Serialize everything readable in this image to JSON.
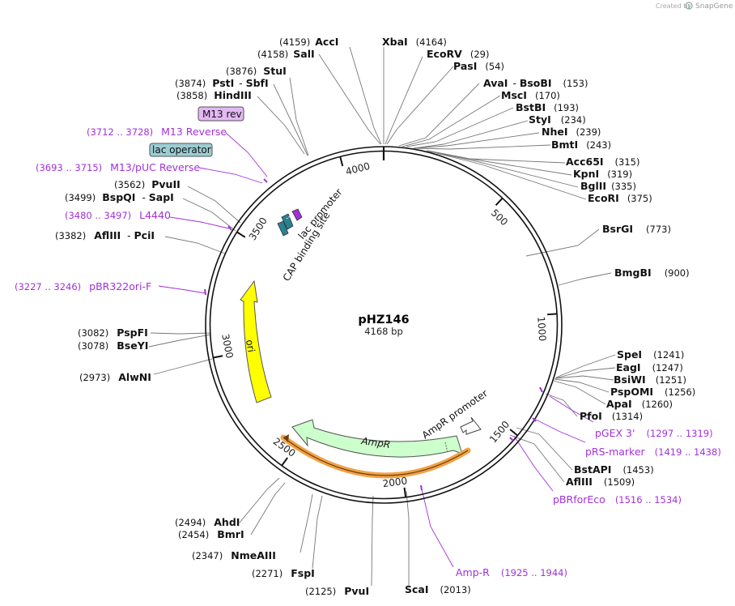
{
  "credit": {
    "prefix": "Created by",
    "brand": "SnapGene"
  },
  "plasmid": {
    "name": "pHZ146",
    "length_label": "4168 bp",
    "length": 4168
  },
  "ruler_ticks": [
    {
      "pos": 500,
      "label": "500"
    },
    {
      "pos": 1000,
      "label": "1000"
    },
    {
      "pos": 1500,
      "label": "1500"
    },
    {
      "pos": 2000,
      "label": "2000"
    },
    {
      "pos": 2500,
      "label": "2500"
    },
    {
      "pos": 3000,
      "label": "3000"
    },
    {
      "pos": 3500,
      "label": "3500"
    },
    {
      "pos": 4000,
      "label": "4000"
    }
  ],
  "sites": {
    "s_accI": {
      "name": "AccI",
      "pos_label": "(4159)"
    },
    "s_salI": {
      "name": "SalI",
      "pos_label": "(4158)"
    },
    "s_xbaI": {
      "name": "XbaI",
      "pos_label": "(4164)"
    },
    "s_ecoRV": {
      "name": "EcoRV",
      "pos_label": "(29)"
    },
    "s_pasI": {
      "name": "PasI",
      "pos_label": "(54)"
    },
    "s_avaI": {
      "name": "AvaI",
      "sep": "-",
      "name2": "BsoBI",
      "pos_label": "(153)"
    },
    "s_mscI": {
      "name": "MscI",
      "pos_label": "(170)"
    },
    "s_bstBI": {
      "name": "BstBI",
      "pos_label": "(193)"
    },
    "s_styI": {
      "name": "StyI",
      "pos_label": "(234)"
    },
    "s_nheI": {
      "name": "NheI",
      "pos_label": "(239)"
    },
    "s_bmtI": {
      "name": "BmtI",
      "pos_label": "(243)"
    },
    "s_acc65I": {
      "name": "Acc65I",
      "pos_label": "(315)"
    },
    "s_kpnI": {
      "name": "KpnI",
      "pos_label": "(319)"
    },
    "s_bglII": {
      "name": "BglII",
      "pos_label": "(335)"
    },
    "s_ecoRI": {
      "name": "EcoRI",
      "pos_label": "(375)"
    },
    "s_bsrGI": {
      "name": "BsrGI",
      "pos_label": "(773)"
    },
    "s_bmgBI": {
      "name": "BmgBI",
      "pos_label": "(900)"
    },
    "s_speI": {
      "name": "SpeI",
      "pos_label": "(1241)"
    },
    "s_eagI": {
      "name": "EagI",
      "pos_label": "(1247)"
    },
    "s_bsiWI": {
      "name": "BsiWI",
      "pos_label": "(1251)"
    },
    "s_pspOMI": {
      "name": "PspOMI",
      "pos_label": "(1256)"
    },
    "s_apaI": {
      "name": "ApaI",
      "pos_label": "(1260)"
    },
    "s_pfoI": {
      "name": "PfoI",
      "pos_label": "(1314)"
    },
    "s_bstAPI": {
      "name": "BstAPI",
      "pos_label": "(1453)"
    },
    "s_aflIII_r": {
      "name": "AflIII",
      "pos_label": "(1509)"
    },
    "s_scaI": {
      "name": "ScaI",
      "pos_label": "(2013)"
    },
    "s_pvuI": {
      "name": "PvuI",
      "pos_label": "(2125)"
    },
    "s_fspI": {
      "name": "FspI",
      "pos_label": "(2271)"
    },
    "s_nmeAIII": {
      "name": "NmeAIII",
      "pos_label": "(2347)"
    },
    "s_bmrI": {
      "name": "BmrI",
      "pos_label": "(2454)"
    },
    "s_ahdI": {
      "name": "AhdI",
      "pos_label": "(2494)"
    },
    "s_alwNI": {
      "name": "AlwNI",
      "pos_label": "(2973)"
    },
    "s_bseYI": {
      "name": "BseYI",
      "pos_label": "(3078)"
    },
    "s_pspFI": {
      "name": "PspFI",
      "pos_label": "(3082)"
    },
    "s_aflIII_l": {
      "name": "AflIII",
      "sep": "-",
      "name2": "PciI",
      "pos_label": "(3382)"
    },
    "s_bspQI": {
      "name": "BspQI",
      "sep": "-",
      "name2": "SapI",
      "pos_label": "(3499)"
    },
    "s_pvuII": {
      "name": "PvuII",
      "pos_label": "(3562)"
    },
    "s_hindIII": {
      "name": "HindIII",
      "pos_label": "(3858)"
    },
    "s_pstI": {
      "name": "PstI",
      "sep": "-",
      "name2": "SbfI",
      "pos_label": "(3874)"
    },
    "s_stuI": {
      "name": "StuI",
      "pos_label": "(3876)"
    }
  },
  "primers": {
    "p_gex3": {
      "name": "pGEX 3'",
      "range": "(1297 .. 1319)"
    },
    "p_prs": {
      "name": "pRS-marker",
      "range": "(1419 .. 1438)"
    },
    "p_pbrforeco": {
      "name": "pBRforEco",
      "range": "(1516 .. 1534)"
    },
    "p_ampr": {
      "name": "Amp-R",
      "range": "(1925 .. 1944)"
    },
    "p_pbr322": {
      "name": "pBR322ori-F",
      "range": "(3227 .. 3246)"
    },
    "p_l4440": {
      "name": "L4440",
      "range": "(3480 .. 3497)"
    },
    "p_m13puc": {
      "name": "M13/pUC Reverse",
      "range": "(3693 .. 3715)"
    },
    "p_m13rev": {
      "name": "M13 Reverse",
      "range": "(3712 .. 3728)"
    }
  },
  "boxed_features": {
    "m13rev": {
      "name": "M13 rev",
      "color": "#e3b8f4"
    },
    "lacop": {
      "name": "lac operator",
      "color": "#9ccdd2"
    }
  },
  "features": {
    "ori": {
      "name": "ori",
      "color": "#ffff00"
    },
    "ampr": {
      "name": "AmpR",
      "color": "#ccffcc"
    },
    "ampr_promoter": {
      "name": "AmpR promoter",
      "color": "#ffffff"
    },
    "lac_promoter": {
      "name": "lac promoter",
      "color": "#2a8290"
    },
    "cap_site": {
      "name": "CAP binding site",
      "color": "#2a8290"
    },
    "ampr_orf_color": "#f1a246"
  }
}
